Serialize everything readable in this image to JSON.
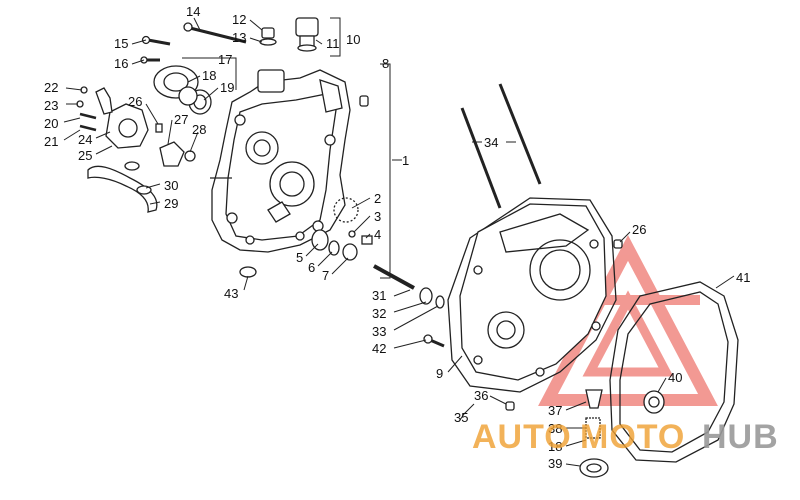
{
  "callouts": [
    {
      "key": "n1",
      "label": "1"
    },
    {
      "key": "n2",
      "label": "2"
    },
    {
      "key": "n3",
      "label": "3"
    },
    {
      "key": "n4",
      "label": "4"
    },
    {
      "key": "n5",
      "label": "5"
    },
    {
      "key": "n6",
      "label": "6"
    },
    {
      "key": "n7",
      "label": "7"
    },
    {
      "key": "n8",
      "label": "8"
    },
    {
      "key": "n9",
      "label": "9"
    },
    {
      "key": "n10",
      "label": "10"
    },
    {
      "key": "n11",
      "label": "11"
    },
    {
      "key": "n12",
      "label": "12"
    },
    {
      "key": "n13",
      "label": "13"
    },
    {
      "key": "n14",
      "label": "14"
    },
    {
      "key": "n15",
      "label": "15"
    },
    {
      "key": "n16",
      "label": "16"
    },
    {
      "key": "n17",
      "label": "17"
    },
    {
      "key": "n18a",
      "label": "18"
    },
    {
      "key": "n18b",
      "label": "18"
    },
    {
      "key": "n19",
      "label": "19"
    },
    {
      "key": "n20",
      "label": "20"
    },
    {
      "key": "n21",
      "label": "21"
    },
    {
      "key": "n22",
      "label": "22"
    },
    {
      "key": "n23",
      "label": "23"
    },
    {
      "key": "n24",
      "label": "24"
    },
    {
      "key": "n25",
      "label": "25"
    },
    {
      "key": "n26a",
      "label": "26"
    },
    {
      "key": "n26b",
      "label": "26"
    },
    {
      "key": "n27",
      "label": "27"
    },
    {
      "key": "n28",
      "label": "28"
    },
    {
      "key": "n29",
      "label": "29"
    },
    {
      "key": "n30",
      "label": "30"
    },
    {
      "key": "n31",
      "label": "31"
    },
    {
      "key": "n32",
      "label": "32"
    },
    {
      "key": "n33",
      "label": "33"
    },
    {
      "key": "n34",
      "label": "34"
    },
    {
      "key": "n35",
      "label": "35"
    },
    {
      "key": "n36",
      "label": "36"
    },
    {
      "key": "n37",
      "label": "37"
    },
    {
      "key": "n38",
      "label": "38"
    },
    {
      "key": "n39",
      "label": "39"
    },
    {
      "key": "n40",
      "label": "40"
    },
    {
      "key": "n41",
      "label": "41"
    },
    {
      "key": "n42",
      "label": "42"
    },
    {
      "key": "n43",
      "label": "43"
    }
  ],
  "watermark": {
    "part1": "AUTO",
    "part2": "MOTO",
    "part3": "HUB",
    "color_orange": "#f0a030",
    "color_gray": "#9a9a9a",
    "logo_color": "#e8463c"
  },
  "line_color": "#222222"
}
